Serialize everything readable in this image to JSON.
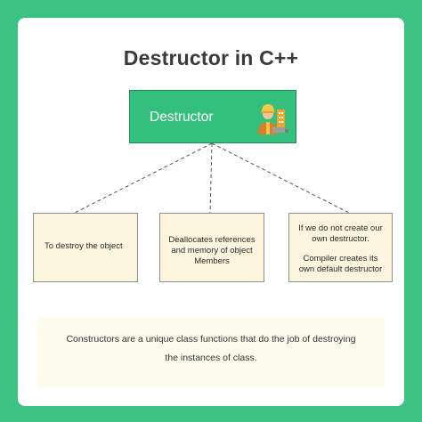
{
  "diagram": {
    "title": "Destructor in C++",
    "root": {
      "label": "Destructor",
      "icon": "worker-with-tools-icon"
    },
    "leaves": [
      {
        "lines": [
          "To destroy the object"
        ]
      },
      {
        "lines": [
          "Deallocates references",
          "and memory of object",
          "Members"
        ]
      },
      {
        "lines": [
          "If we do not create our",
          "own destructor.",
          "",
          "Compiler creates its",
          "own default destructor"
        ]
      }
    ],
    "note": {
      "line1": "Constructors are a unique class functions that do the job of destroying",
      "line2": "the instances of class."
    }
  },
  "colors": {
    "background": "#3cc383",
    "root_fill": "#32c07c",
    "leaf_fill": "#fdf6de",
    "note_fill": "#fdfaee"
  }
}
